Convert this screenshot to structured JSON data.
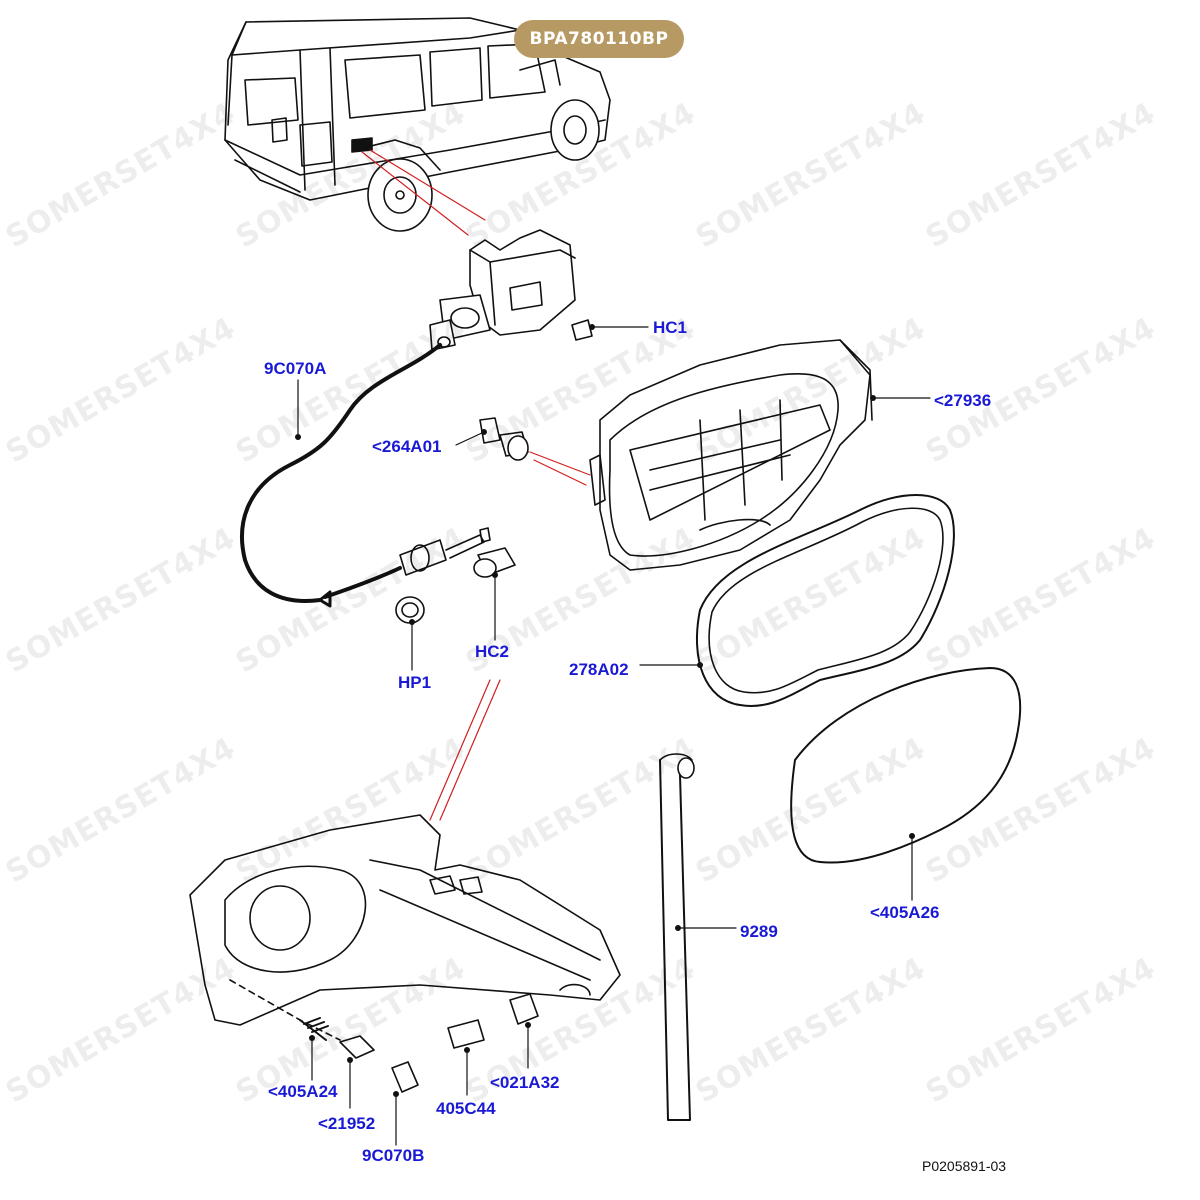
{
  "badge": {
    "code": "BPA780110BP",
    "color": "#b79a63"
  },
  "watermark": "SOMERSET4X4",
  "callout_color": "#1a1ad6",
  "leader_color": "#d21f1f",
  "callouts": [
    {
      "id": "hc1",
      "label": "HC1"
    },
    {
      "id": "9c070a",
      "label": "9C070A"
    },
    {
      "id": "27936",
      "label": "<27936"
    },
    {
      "id": "264a01",
      "label": "<264A01"
    },
    {
      "id": "hc2",
      "label": "HC2"
    },
    {
      "id": "hp1",
      "label": "HP1"
    },
    {
      "id": "278a02",
      "label": "278A02"
    },
    {
      "id": "9289",
      "label": "9289"
    },
    {
      "id": "405a26",
      "label": "<405A26"
    },
    {
      "id": "405a24",
      "label": "<405A24"
    },
    {
      "id": "21952",
      "label": "<21952"
    },
    {
      "id": "9c070b",
      "label": "9C070B"
    },
    {
      "id": "405c44",
      "label": "405C44"
    },
    {
      "id": "021a32",
      "label": "<021A32"
    }
  ],
  "reference": "P0205891-03"
}
